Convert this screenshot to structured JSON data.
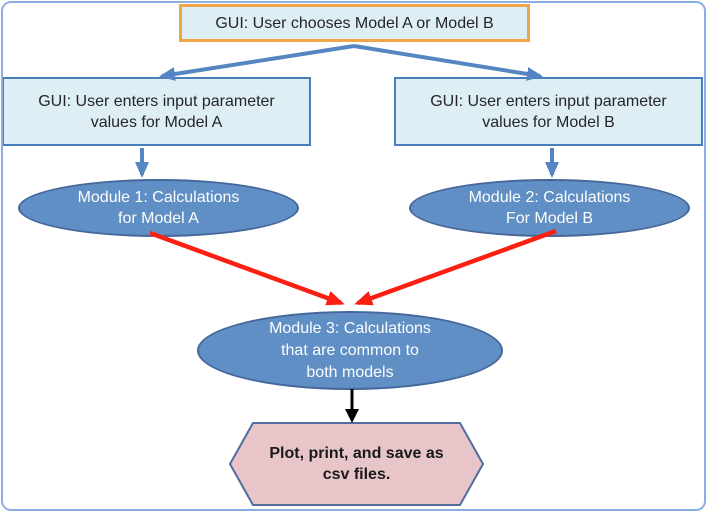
{
  "colors": {
    "frame_border": "#8cafe2",
    "box_fill": "#ddeef5",
    "box_border": "#4a7ebb",
    "top_box_border": "#f2a449",
    "ellipse_fill": "#5f8fc4",
    "ellipse_border": "#46679a",
    "ellipse_text": "#fdfdfd",
    "box_text": "#262626",
    "arrow_blue": "#5585c2",
    "arrow_red": "#fb2011",
    "arrow_black": "#000000",
    "hexagon_fill": "#e8c5c9",
    "hexagon_border": "#4f6e9e",
    "hexagon_text": "#1a1a1a"
  },
  "nodes": {
    "choose_model": {
      "label": "GUI: User chooses Model A or Model B"
    },
    "input_a": {
      "lines": [
        "GUI: User enters input parameter",
        "values for Model A"
      ]
    },
    "input_b": {
      "lines": [
        "GUI: User enters input parameter",
        "values for Model B"
      ]
    },
    "module_1": {
      "lines": [
        "Module 1: Calculations",
        "for Model A"
      ]
    },
    "module_2": {
      "lines": [
        "Module 2: Calculations",
        "For Model B"
      ]
    },
    "module_3": {
      "lines": [
        "Module 3: Calculations",
        "that are common to",
        "both models"
      ]
    },
    "output": {
      "lines": [
        "Plot, print, and save as",
        "csv files."
      ]
    }
  },
  "edges": [
    {
      "from": "choose_model",
      "to": "input_a",
      "color": "blue"
    },
    {
      "from": "choose_model",
      "to": "input_b",
      "color": "blue"
    },
    {
      "from": "input_a",
      "to": "module_1",
      "color": "blue"
    },
    {
      "from": "input_b",
      "to": "module_2",
      "color": "blue"
    },
    {
      "from": "module_1",
      "to": "module_3",
      "color": "red"
    },
    {
      "from": "module_2",
      "to": "module_3",
      "color": "red"
    },
    {
      "from": "module_3",
      "to": "output",
      "color": "black"
    }
  ]
}
